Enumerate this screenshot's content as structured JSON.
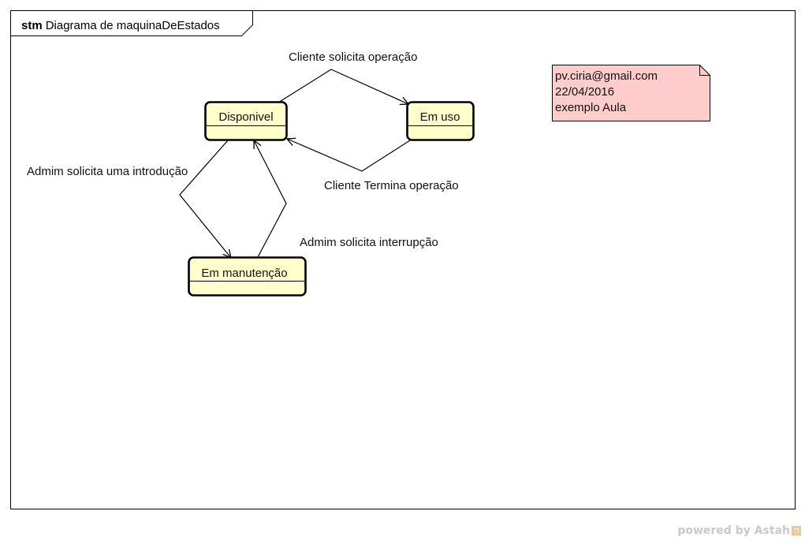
{
  "diagram": {
    "kind_keyword": "stm",
    "title": "Diagrama de maquinaDeEstados"
  },
  "states": [
    {
      "id": "disponivel",
      "label": "Disponivel"
    },
    {
      "id": "em-uso",
      "label": "Em uso"
    },
    {
      "id": "em-manutencao",
      "label": "Em manutenção"
    }
  ],
  "transitions": [
    {
      "from": "disponivel",
      "to": "em-uso",
      "label": "Cliente solicita operação"
    },
    {
      "from": "em-uso",
      "to": "disponivel",
      "label": "Cliente Termina operação"
    },
    {
      "from": "disponivel",
      "to": "em-manutencao",
      "label": "Admim solicita uma introdução"
    },
    {
      "from": "em-manutencao",
      "to": "disponivel",
      "label": "Admim solicita interrupção"
    }
  ],
  "note": {
    "lines": [
      "pv.ciria@gmail.com",
      "22/04/2016",
      "exemplo Aula"
    ]
  },
  "footer": {
    "text": "powered by Astah",
    "icon": "astah-logo-icon"
  },
  "colors": {
    "state_fill": "#ffffcc",
    "note_fill": "#ffcccc"
  }
}
